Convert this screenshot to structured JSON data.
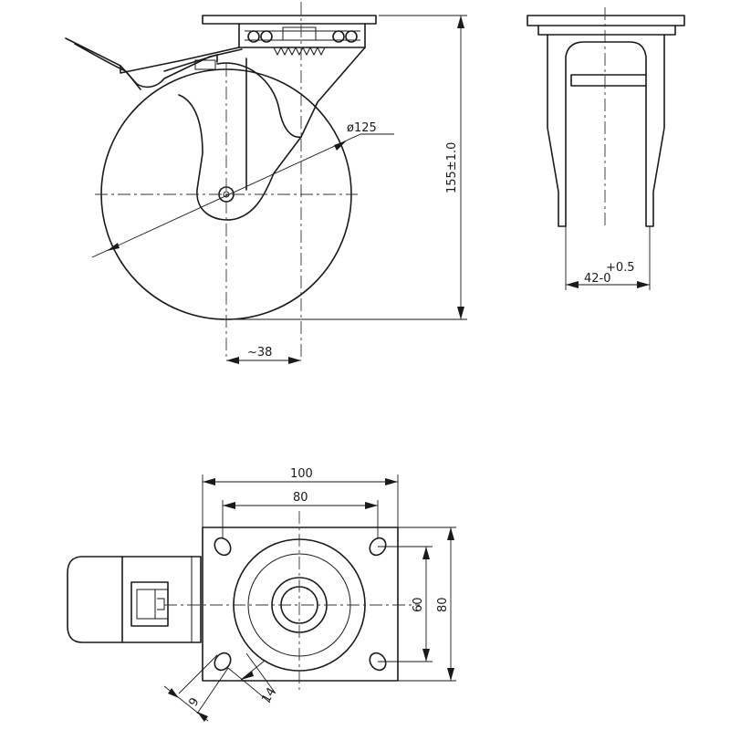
{
  "colors": {
    "line": "#1a1a1a",
    "background": "#ffffff"
  },
  "dimensions": {
    "wheel_diameter": "ø125",
    "overall_height": "155±1.0",
    "offset": "~38",
    "tol_upper": "+0.5",
    "fork_width": "42-0",
    "plate_width": "100",
    "hole_spacing_x": "80",
    "hole_spacing_y": "60",
    "plate_depth": "80",
    "hole_dim_a": "9",
    "hole_dim_b": "14"
  }
}
